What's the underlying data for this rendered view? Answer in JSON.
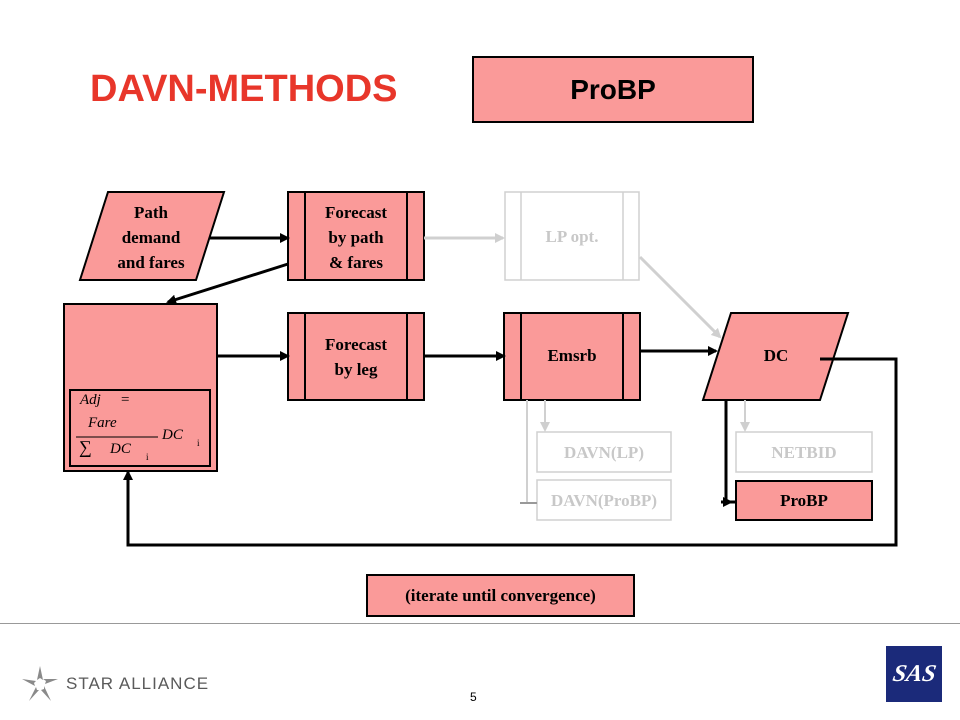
{
  "title": "DAVN-METHODS",
  "banner": "ProBP",
  "nodes": {
    "path_demand": "Path\ndemand\nand fares",
    "forecast_path": "Forecast\nby path\n& fares",
    "lp_opt": "LP opt.",
    "forecast_leg": "Forecast\nby leg",
    "emsrb": "Emsrb",
    "dc": "DC",
    "davn_lp": "DAVN(LP)",
    "davn_probp": "DAVN(ProBP)",
    "netbid": "NETBID",
    "probp": "ProBP"
  },
  "formula": {
    "adj": "Adj",
    "eq": "=",
    "fare": "Fare",
    "sum": "∑",
    "dc": "DC",
    "dc_right": "DC",
    "i": "i"
  },
  "iterate": "(iterate until convergence)",
  "footer": {
    "alliance": "STAR ALLIANCE",
    "page": "5",
    "logo": "SAS"
  },
  "colors": {
    "box_fill": "#fa9a99",
    "title_red": "#e8362a",
    "inactive_grey": "#c8c8c8",
    "sas_blue": "#1b2a7a"
  }
}
